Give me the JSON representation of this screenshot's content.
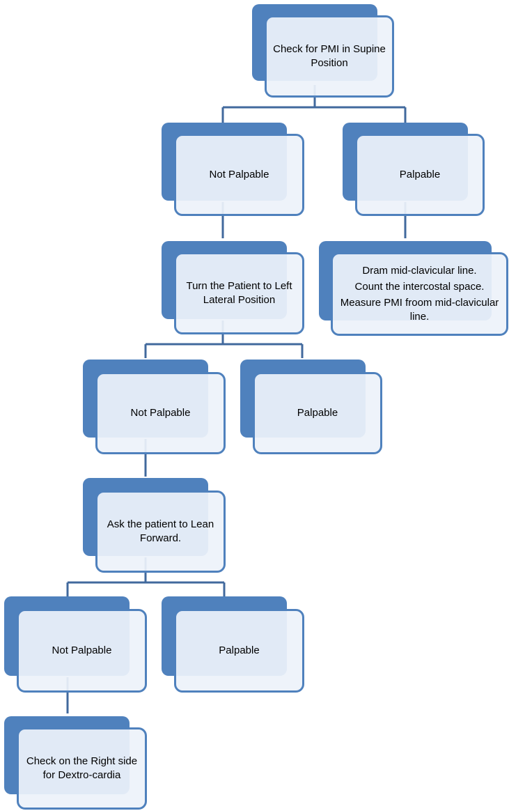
{
  "colors": {
    "accent": "#4f81bd",
    "box_fill": "#edf2fa",
    "connector": "#41699d"
  },
  "nodes": {
    "check_supine": {
      "label": "Check for PMI in Supine Position"
    },
    "level1_not_palpable": {
      "label": "Not Palpable"
    },
    "level1_palpable": {
      "label": "Palpable"
    },
    "palpable_steps": {
      "lines": [
        "Dram mid-clavicular line.",
        "Count the intercostal space.",
        "Measure PMI froom mid-clavicular line."
      ]
    },
    "turn_left_lateral": {
      "label": "Turn the Patient to Left Lateral Position"
    },
    "level2_not_palpable": {
      "label": "Not Palpable"
    },
    "level2_palpable": {
      "label": "Palpable"
    },
    "lean_forward": {
      "label": "Ask the patient to Lean Forward."
    },
    "level3_not_palpable": {
      "label": "Not Palpable"
    },
    "level3_palpable": {
      "label": "Palpable"
    },
    "check_right_side": {
      "label": "Check on the Right side for Dextro-cardia"
    }
  }
}
